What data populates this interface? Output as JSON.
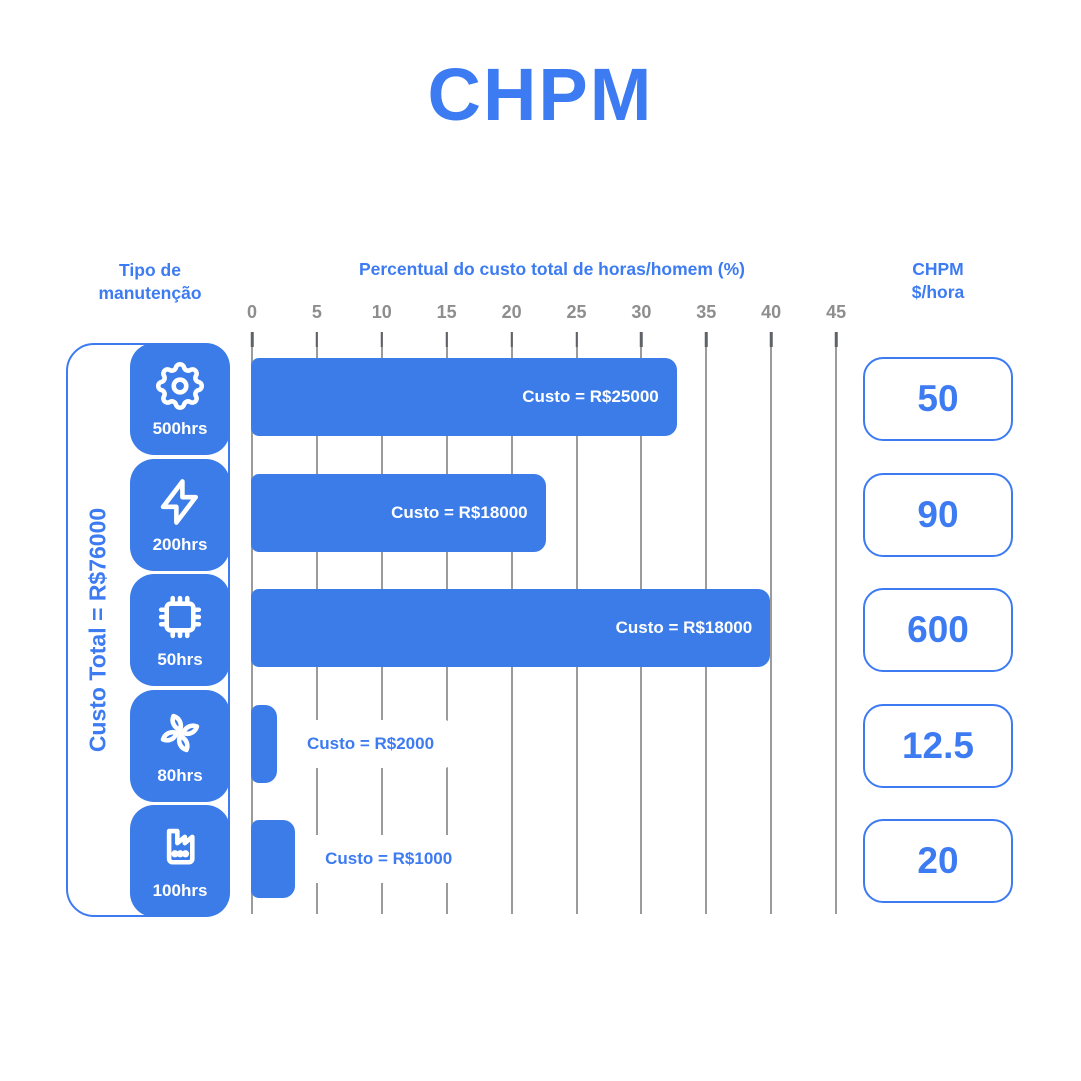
{
  "title": "CHPM",
  "headers": {
    "left_line1": "Tipo de",
    "left_line2": "manutenção",
    "axis_title": "Percentual do custo total de horas/homem (%)",
    "right_line1": "CHPM",
    "right_line2": "$/hora"
  },
  "total_label": "Custo Total = R$76000",
  "axis": {
    "ticks": [
      0,
      5,
      10,
      15,
      20,
      25,
      30,
      35,
      40,
      45
    ],
    "max": 45
  },
  "colors": {
    "primary_fill": "#3b7ce9",
    "primary_text": "#3d7bf2",
    "gridline": "#9b9b9b",
    "tick_label": "#8e8e8e",
    "bar_label_inside": "#ffffff"
  },
  "rows": [
    {
      "icon": "gear-icon",
      "hours": "500hrs",
      "cost_label": "Custo = R$25000",
      "pct": 32.8,
      "label_position": "inside",
      "chpm": "50"
    },
    {
      "icon": "lightning-icon",
      "hours": "200hrs",
      "cost_label": "Custo = R$18000",
      "pct": 22.7,
      "label_position": "inside",
      "chpm": "90"
    },
    {
      "icon": "chip-icon",
      "hours": "50hrs",
      "cost_label": "Custo = R$18000",
      "pct": 40.0,
      "label_position": "inside",
      "chpm": "600"
    },
    {
      "icon": "fan-icon",
      "hours": "80hrs",
      "cost_label": "Custo = R$2000",
      "pct": 2.0,
      "label_position": "outside",
      "chpm": "12.5"
    },
    {
      "icon": "factory-icon",
      "hours": "100hrs",
      "cost_label": "Custo = R$1000",
      "pct": 3.4,
      "label_position": "outside",
      "chpm": "20"
    }
  ],
  "chart_data": {
    "type": "bar",
    "orientation": "horizontal",
    "title": "CHPM",
    "xlabel": "Percentual do custo total de horas/homem (%)",
    "ylabel": "Tipo de manutenção",
    "categories": [
      "500hrs",
      "200hrs",
      "50hrs",
      "80hrs",
      "100hrs"
    ],
    "series": [
      {
        "name": "Percentual do custo total de horas/homem (%)",
        "values": [
          32.8,
          22.7,
          40.0,
          2.0,
          3.4
        ]
      },
      {
        "name": "Custo (R$)",
        "values": [
          25000,
          18000,
          18000,
          2000,
          1000
        ]
      },
      {
        "name": "CHPM ($/hora)",
        "values": [
          50,
          90,
          600,
          12.5,
          20
        ]
      }
    ],
    "annotations": [
      "Custo = R$25000",
      "Custo = R$18000",
      "Custo = R$18000",
      "Custo = R$2000",
      "Custo = R$1000"
    ],
    "total_annotation": "Custo Total = R$76000",
    "xlim": [
      0,
      45
    ],
    "xticks": [
      0,
      5,
      10,
      15,
      20,
      25,
      30,
      35,
      40,
      45
    ],
    "grid": true,
    "legend_position": "none"
  }
}
